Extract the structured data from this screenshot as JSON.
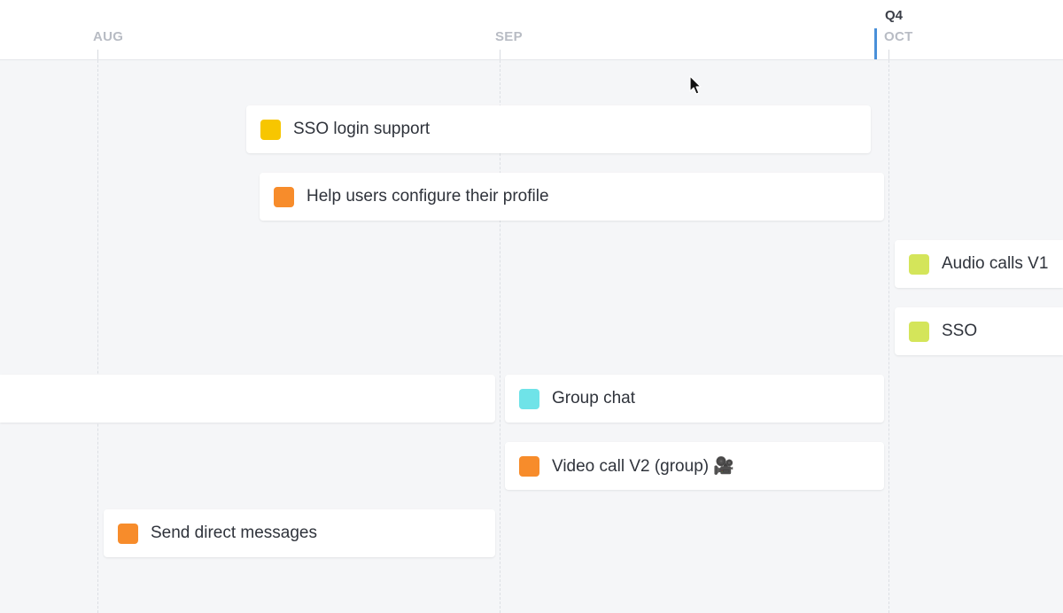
{
  "timeline": {
    "quarter_label": "Q4",
    "months": [
      {
        "id": "aug",
        "label": "AUG"
      },
      {
        "id": "sep",
        "label": "SEP"
      },
      {
        "id": "oct",
        "label": "OCT"
      }
    ]
  },
  "cards": [
    {
      "id": "sso-login-support",
      "label": "SSO login support",
      "color": "#f7c600"
    },
    {
      "id": "help-users-configure-profile",
      "label": "Help users configure their profile",
      "color": "#f78c2b"
    },
    {
      "id": "audio-calls-v1",
      "label": "Audio calls V1",
      "color": "#d4e55a"
    },
    {
      "id": "sso",
      "label": "SSO",
      "color": "#d4e55a"
    },
    {
      "id": "unlabeled-bar",
      "label": "",
      "color": ""
    },
    {
      "id": "group-chat",
      "label": "Group chat",
      "color": "#6fe3e8"
    },
    {
      "id": "video-call-v2-group",
      "label": "Video call V2 (group) 🎥",
      "color": "#f78c2b"
    },
    {
      "id": "send-direct-messages",
      "label": "Send direct messages",
      "color": "#f78c2b"
    }
  ]
}
